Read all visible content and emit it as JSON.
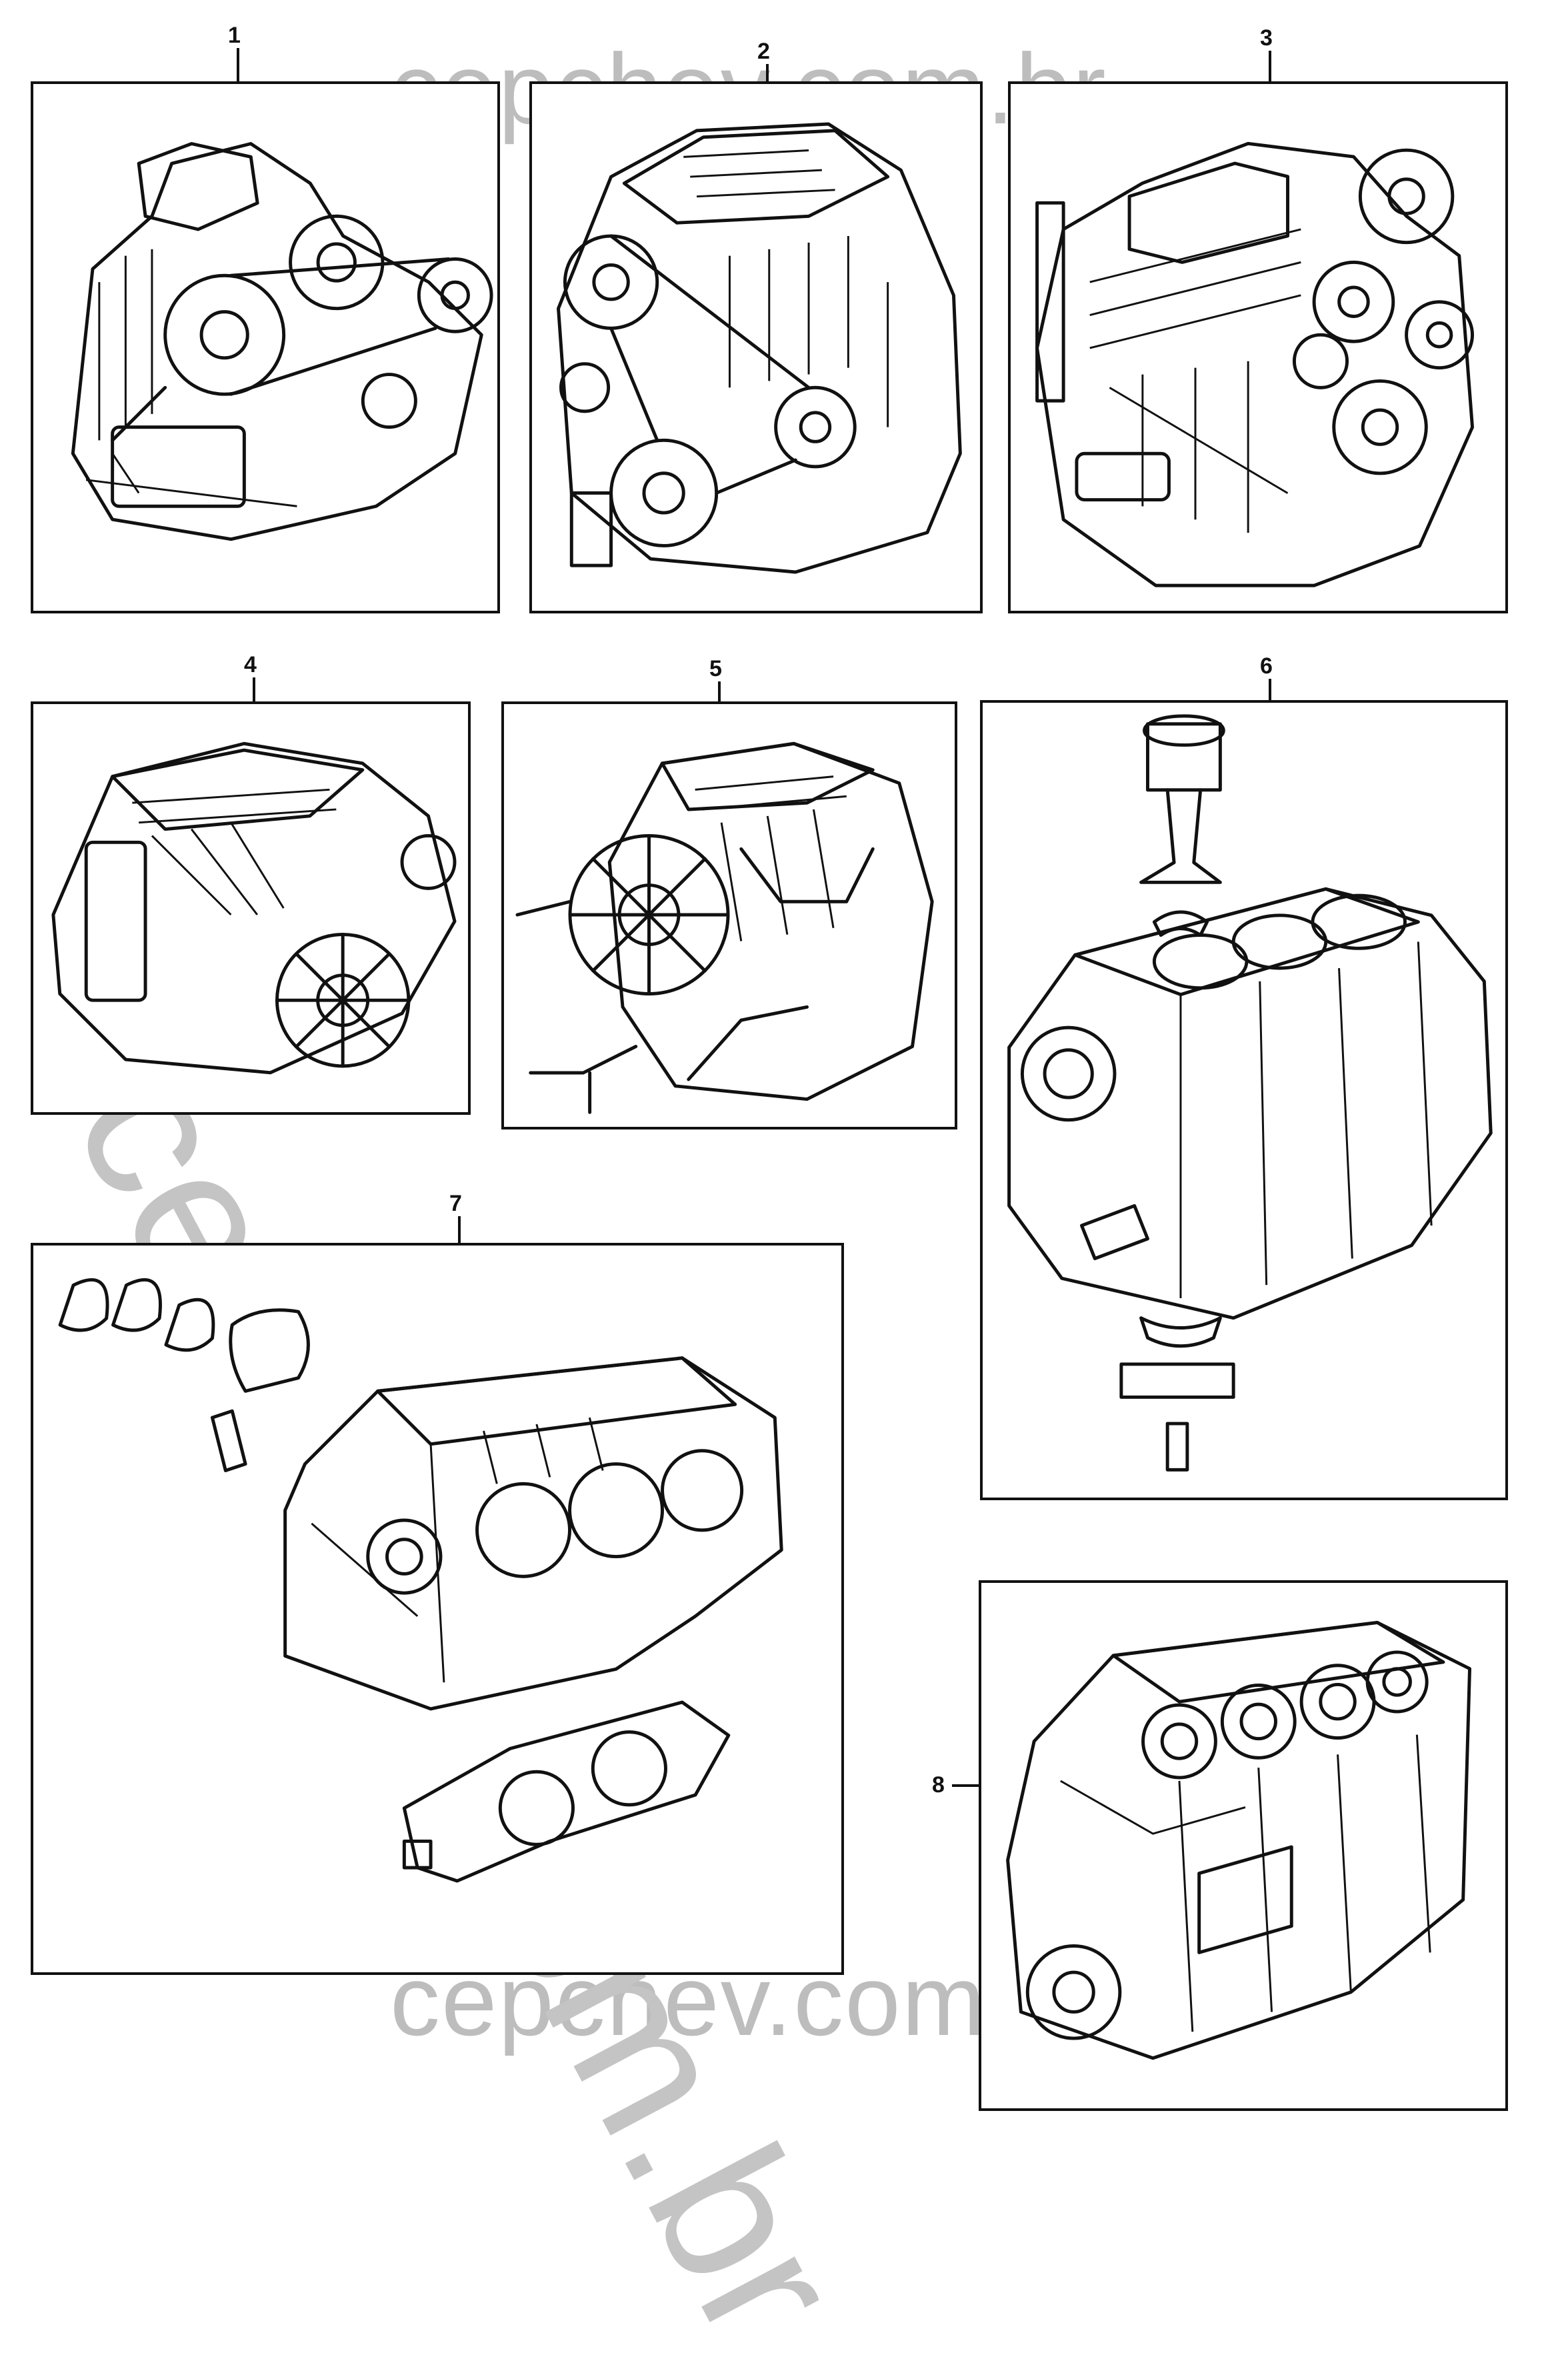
{
  "watermark": {
    "top": "cepchev.com.br",
    "bottom": "cepchev.com.br",
    "diagonal": "cepchev.com.br"
  },
  "callouts": [
    "1",
    "2",
    "3",
    "4",
    "5",
    "6",
    "7",
    "8"
  ],
  "icons": {
    "panel_1": "engine-assembly-icon",
    "panel_2": "engine-assembly-icon",
    "panel_3": "v6-engine-assembly-icon",
    "panel_4": "diesel-engine-assembly-icon",
    "panel_5": "diesel-engine-with-fan-icon",
    "panel_6": "short-block-with-piston-icon",
    "panel_7": "v6-block-piston-crankshaft-icon",
    "panel_8": "four-cylinder-block-icon"
  }
}
